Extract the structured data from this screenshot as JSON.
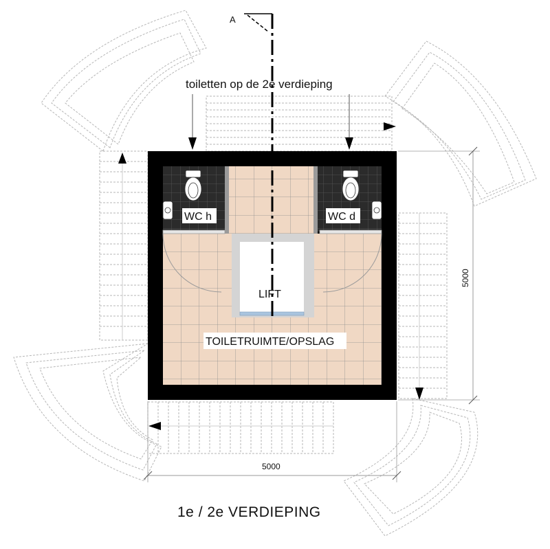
{
  "drawing": {
    "title": "1e / 2e VERDIEPING",
    "note": "toiletten op de 2e verdieping",
    "section_marker": "A",
    "dimension_horizontal": "5000",
    "dimension_vertical": "5000"
  },
  "rooms": {
    "wc_men": "WC h",
    "wc_women": "WC d",
    "lift": "LIFT",
    "storage": "TOILETRUIMTE/OPSLAG"
  },
  "colors": {
    "wall": "#000000",
    "floor_tile": "#f0d8c4",
    "tile_grid": "#8c8c8c",
    "wc_tile": "#2b2b2b",
    "lift_frame": "#d4d4d4",
    "lift_door": "#a9c4de",
    "dashed_outline": "#b5b5b5",
    "dimension_line": "#9a9a9a"
  }
}
